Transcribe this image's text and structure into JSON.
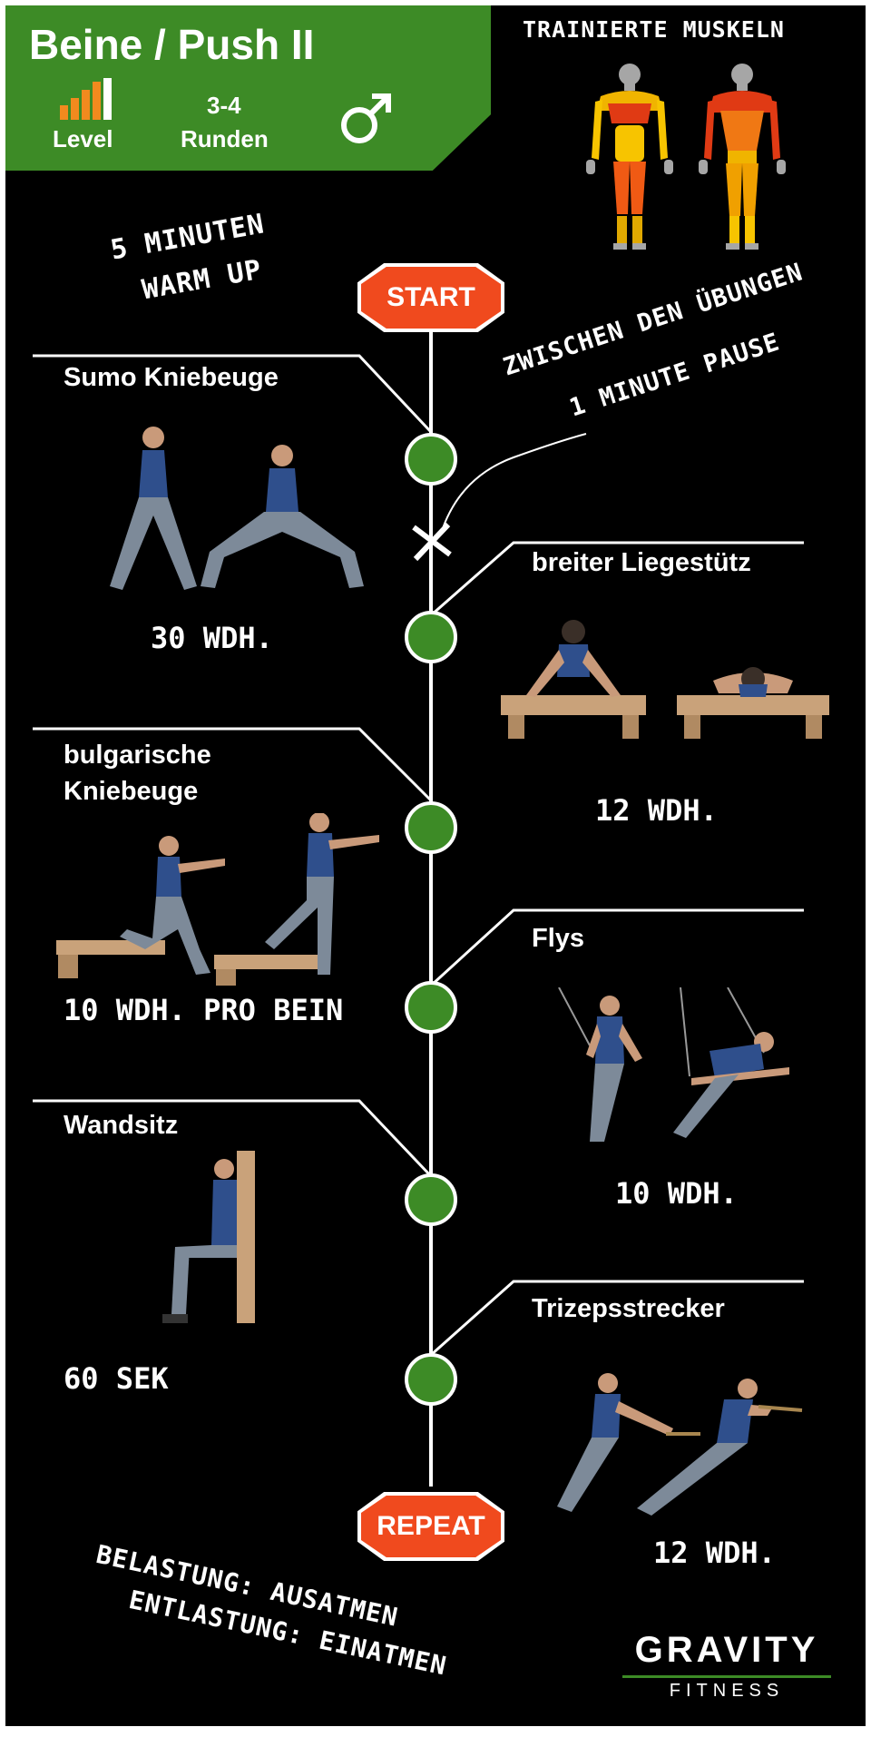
{
  "header": {
    "title": "Beine / Push II",
    "level_label": "Level",
    "rounds_value": "3-4",
    "rounds_label": "Runden",
    "gender_icon": "male-symbol-icon",
    "accent_color": "#3d8b26",
    "level_bar_color": "#f28a1e"
  },
  "muscles_title": "TRAINIERTE MUSKELN",
  "notes": {
    "warmup_line1": "5 MINUTEN",
    "warmup_line2": "WARM UP",
    "pause_line1": "ZWISCHEN DEN ÜBUNGEN",
    "pause_line2": "1 MINUTE PAUSE",
    "breathing_line1": "BELASTUNG: AUSATMEN",
    "breathing_line2": "ENTLASTUNG: EINATMEN"
  },
  "signs": {
    "start": "START",
    "repeat": "REPEAT",
    "sign_color": "#f04a1e"
  },
  "exercises": [
    {
      "name": "Sumo Kniebeuge",
      "reps": "30 WDH."
    },
    {
      "name": "breiter Liegestütz",
      "reps": "12 WDH."
    },
    {
      "name_line1": "bulgarische",
      "name_line2": "Kniebeuge",
      "reps": "10 WDH. PRO BEIN"
    },
    {
      "name": "Flys",
      "reps": "10 WDH."
    },
    {
      "name": "Wandsitz",
      "reps": "60 SEK"
    },
    {
      "name": "Trizepsstrecker",
      "reps": "12 WDH."
    }
  ],
  "brand": {
    "name": "GRAVITY",
    "sub": "FITNESS"
  }
}
